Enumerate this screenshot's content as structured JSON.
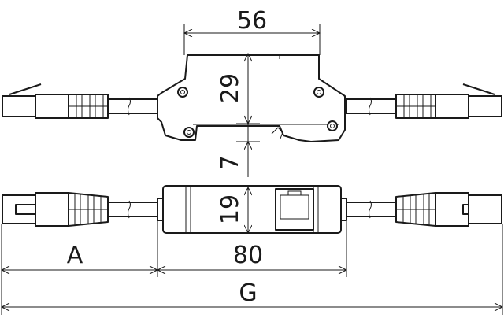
{
  "dimensions": {
    "top_width": "56",
    "top_height": "29",
    "top_offset": "7",
    "bottom_height": "19",
    "cable_length": "A",
    "body_length": "80",
    "total_length": "G"
  }
}
